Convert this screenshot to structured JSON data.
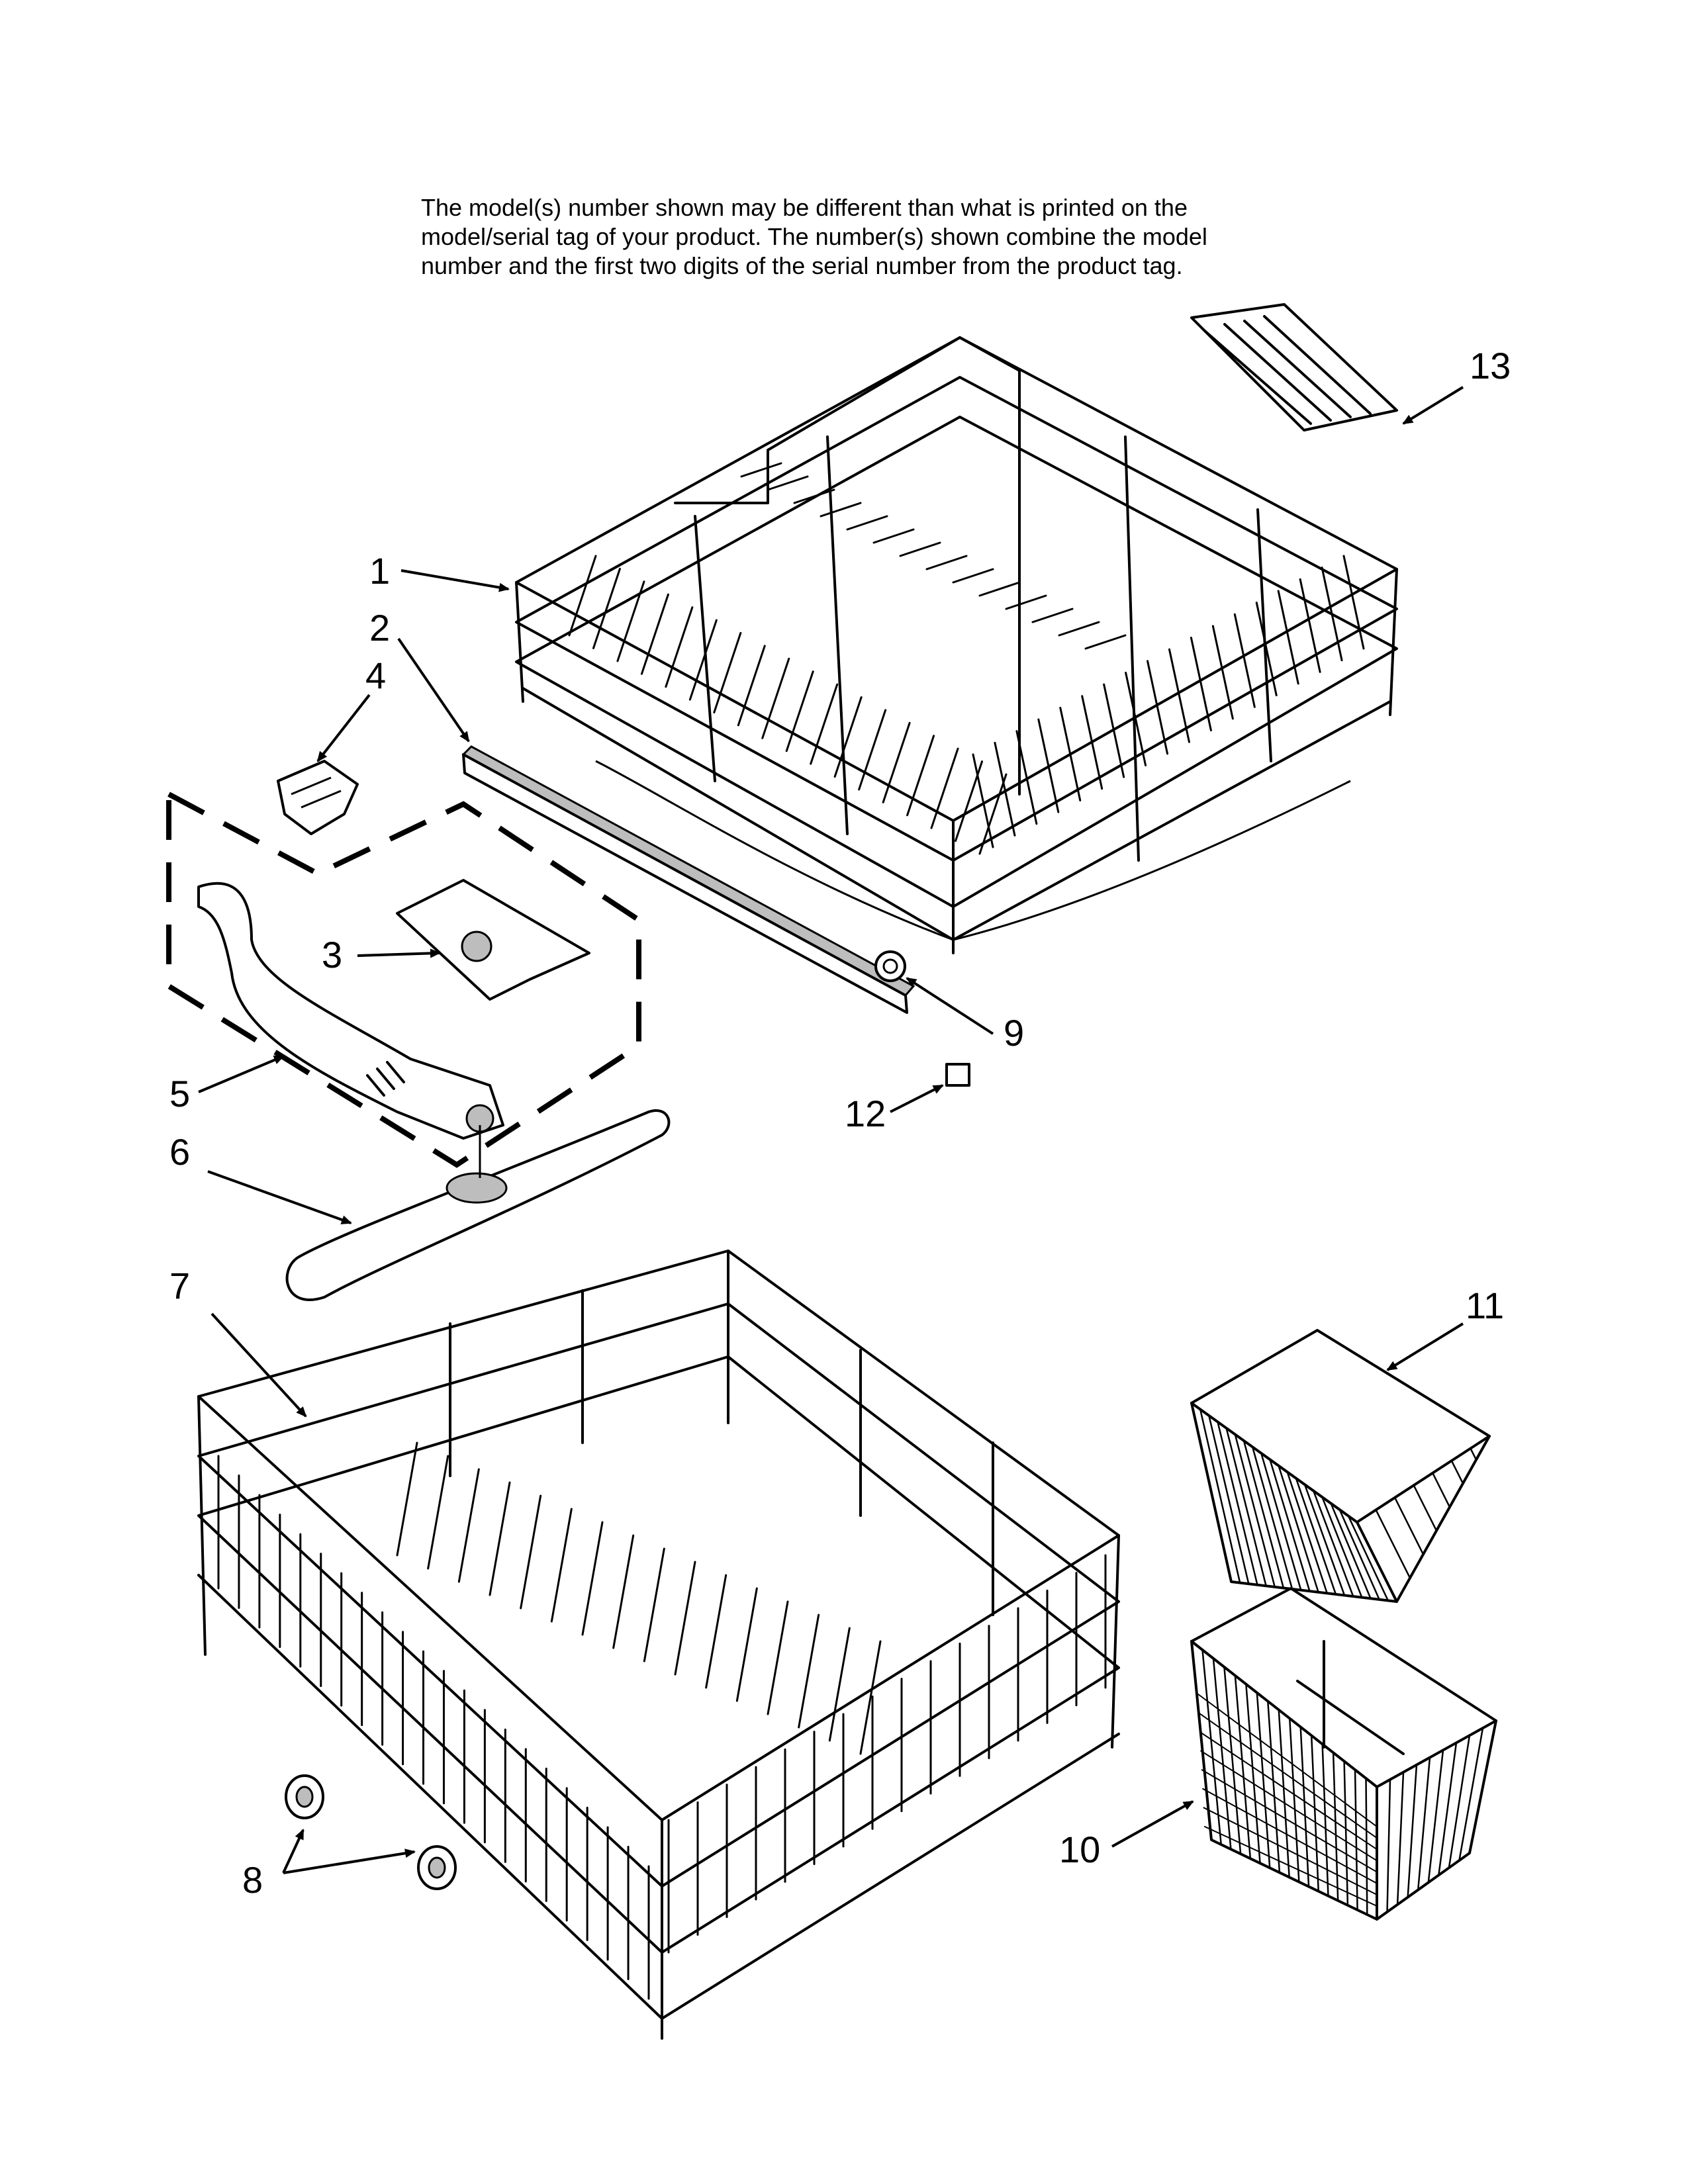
{
  "note": {
    "line1": "The model(s) number shown may be different than what is printed on the",
    "line2": "model/serial tag of your product. The number(s) shown combine the model",
    "line3": "number and the first two digits of the serial number from the product tag."
  },
  "callouts": {
    "c1": "1",
    "c2": "2",
    "c3": "3",
    "c4": "4",
    "c5": "5",
    "c6": "6",
    "c7": "7",
    "c8": "8",
    "c9": "9",
    "c10": "10",
    "c11": "11",
    "c12": "12",
    "c13": "13"
  }
}
